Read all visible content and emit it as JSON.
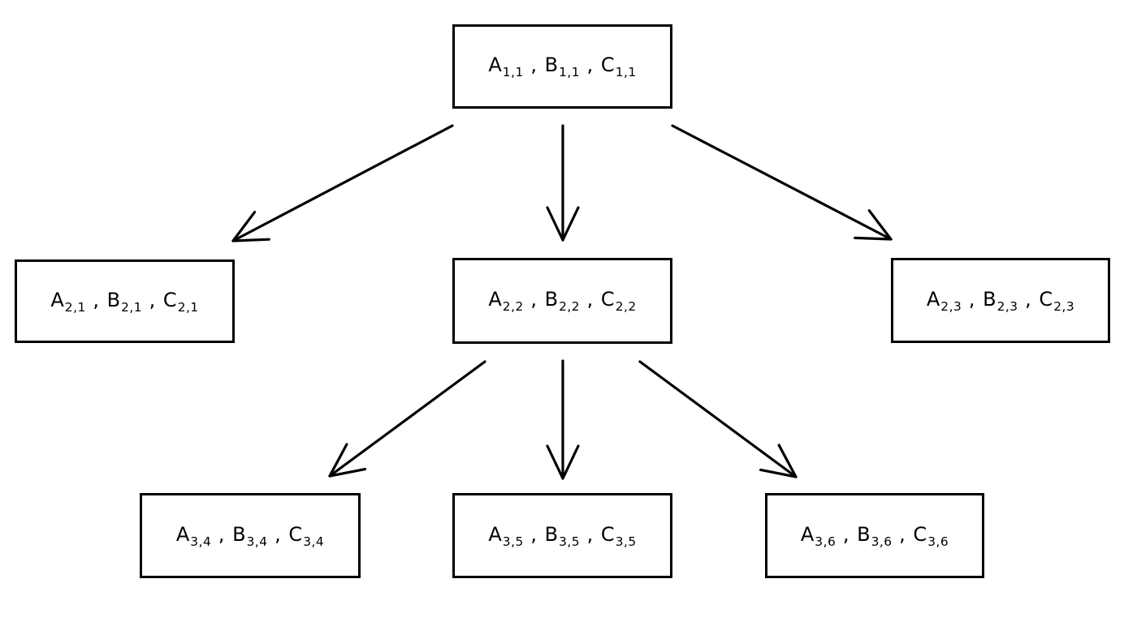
{
  "diagram": {
    "type": "tree",
    "background_color": "#ffffff",
    "stroke_color": "#000000",
    "label_separator": " , ",
    "nodes": [
      {
        "id": "1,1",
        "level": 1,
        "letters": [
          "A",
          "B",
          "C"
        ],
        "sub": "1,1",
        "text_plain": "A1,1 , B1,1 , C1,1"
      },
      {
        "id": "2,1",
        "level": 2,
        "letters": [
          "A",
          "B",
          "C"
        ],
        "sub": "2,1",
        "text_plain": "A2,1 , B2,1 , C2,1"
      },
      {
        "id": "2,2",
        "level": 2,
        "letters": [
          "A",
          "B",
          "C"
        ],
        "sub": "2,2",
        "text_plain": "A2,2 , B2,2 , C2,2"
      },
      {
        "id": "2,3",
        "level": 2,
        "letters": [
          "A",
          "B",
          "C"
        ],
        "sub": "2,3",
        "text_plain": "A2,3 , B2,3 , C2,3"
      },
      {
        "id": "3,4",
        "level": 3,
        "letters": [
          "A",
          "B",
          "C"
        ],
        "sub": "3,4",
        "text_plain": "A3,4 , B3,4 , C3,4"
      },
      {
        "id": "3,5",
        "level": 3,
        "letters": [
          "A",
          "B",
          "C"
        ],
        "sub": "3,5",
        "text_plain": "A3,5 , B3,5 , C3,5"
      },
      {
        "id": "3,6",
        "level": 3,
        "letters": [
          "A",
          "B",
          "C"
        ],
        "sub": "3,6",
        "text_plain": "A3,6 , B3,6 , C3,6"
      }
    ],
    "edges": [
      {
        "from": "1,1",
        "to": "2,1"
      },
      {
        "from": "1,1",
        "to": "2,2"
      },
      {
        "from": "1,1",
        "to": "2,3"
      },
      {
        "from": "2,2",
        "to": "3,4"
      },
      {
        "from": "2,2",
        "to": "3,5"
      },
      {
        "from": "2,2",
        "to": "3,6"
      }
    ]
  }
}
